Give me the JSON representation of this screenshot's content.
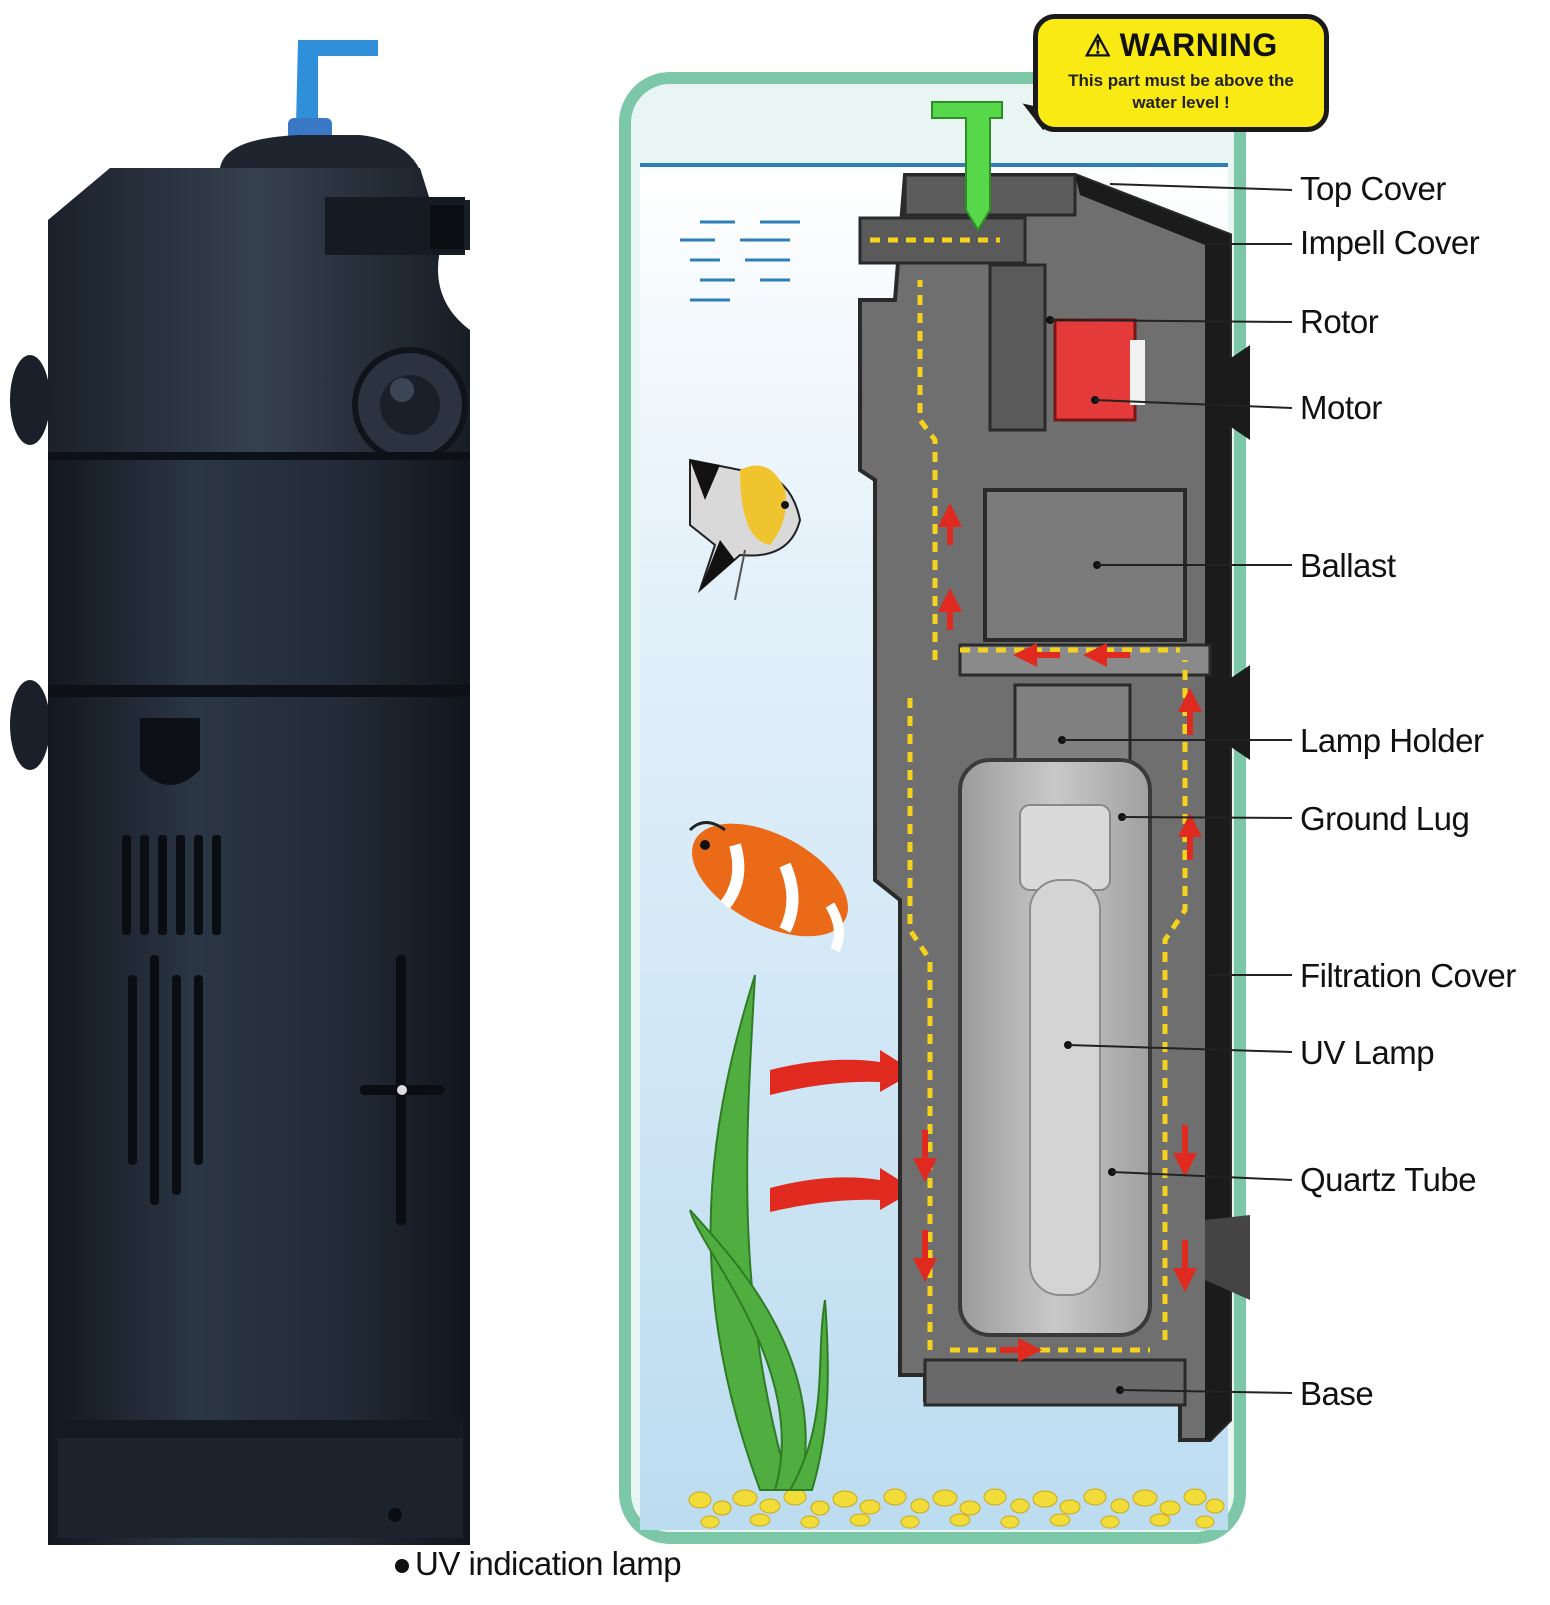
{
  "warning": {
    "title": "WARNING",
    "text": "This part must be above the water level !"
  },
  "parts": [
    {
      "id": "top-cover",
      "label": "Top Cover"
    },
    {
      "id": "impell-cover",
      "label": "Impell Cover"
    },
    {
      "id": "rotor",
      "label": "Rotor"
    },
    {
      "id": "motor",
      "label": "Motor"
    },
    {
      "id": "ballast",
      "label": "Ballast"
    },
    {
      "id": "lamp-holder",
      "label": "Lamp Holder"
    },
    {
      "id": "ground-lug",
      "label": "Ground Lug"
    },
    {
      "id": "filtration-cover",
      "label": "Filtration Cover"
    },
    {
      "id": "uv-lamp",
      "label": "UV Lamp"
    },
    {
      "id": "quartz-tube",
      "label": "Quartz Tube"
    },
    {
      "id": "base",
      "label": "Base"
    }
  ],
  "uv_indication": {
    "label": "UV indication lamp"
  },
  "colors": {
    "filter_body": "#1f2733",
    "tank_border": "#7cc7a7",
    "water": "#cfe6f5",
    "housing_section": "#6f6f6f",
    "motor": "#e53a3a",
    "flow_arrow": "#e02a1f",
    "flow_dash": "#f5d21e",
    "outlet_green": "#56d84a",
    "outlet_blue": "#2f8fd8",
    "warning_yellow": "#f8ea12"
  },
  "icons": [
    "warning-triangle-icon",
    "angelfish-icon",
    "clownfish-icon",
    "seaweed-icon",
    "gravel-icon",
    "water-inlet-arrow-icon"
  ]
}
